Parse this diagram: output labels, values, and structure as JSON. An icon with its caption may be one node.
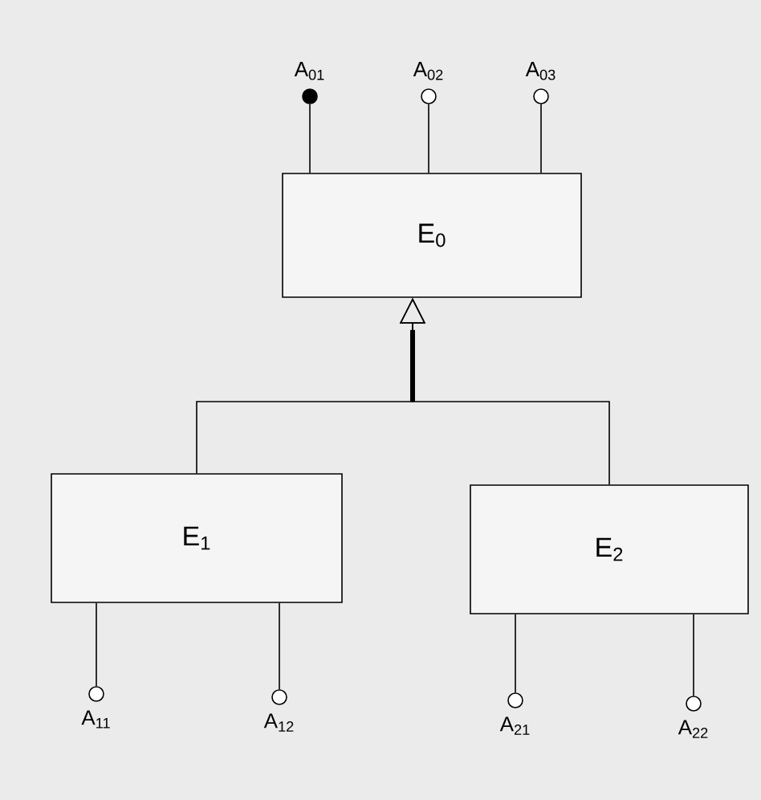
{
  "diagram": {
    "nodes": [
      {
        "text": [
          "E$_{0}$"
        ]
      },
      {
        "text": [
          "E$_{1}$"
        ]
      },
      {
        "text": [
          "E$_{2}$"
        ]
      },
      {
        "text": [],
        "shape": "dot",
        "beside": [
          "A$_{01}$"
        ]
      },
      {
        "text": [],
        "shape": "circle",
        "beside": [
          "A$_{02}$"
        ]
      },
      {
        "text": [],
        "shape": "circle",
        "beside": [
          "A$_{03}$"
        ]
      },
      {
        "text": [],
        "shape": "circle",
        "beside": [
          "A$_{11}$"
        ]
      },
      {
        "text": [],
        "shape": "circle",
        "beside": [
          "A$_{12}$"
        ]
      },
      {
        "text": [],
        "shape": "circle",
        "beside": [
          "A$_{21}$"
        ]
      },
      {
        "text": [],
        "shape": "circle",
        "beside": [
          "A$_{22}$"
        ]
      }
    ],
    "edges": [
      {
        "from": 1,
        "to": 0,
        "arrow": "to"
      },
      {
        "from": 2,
        "to": 0,
        "arrow": "to"
      },
      {
        "from": 0,
        "to": 3,
        "arrow": "none"
      },
      {
        "from": 0,
        "to": 4,
        "arrow": "none"
      },
      {
        "from": 0,
        "to": 5,
        "arrow": "none"
      },
      {
        "from": 1,
        "to": 6,
        "arrow": "none"
      },
      {
        "from": 1,
        "to": 7,
        "arrow": "none"
      },
      {
        "from": 2,
        "to": 8,
        "arrow": "none"
      },
      {
        "from": 2,
        "to": 9,
        "arrow": "none"
      }
    ]
  }
}
